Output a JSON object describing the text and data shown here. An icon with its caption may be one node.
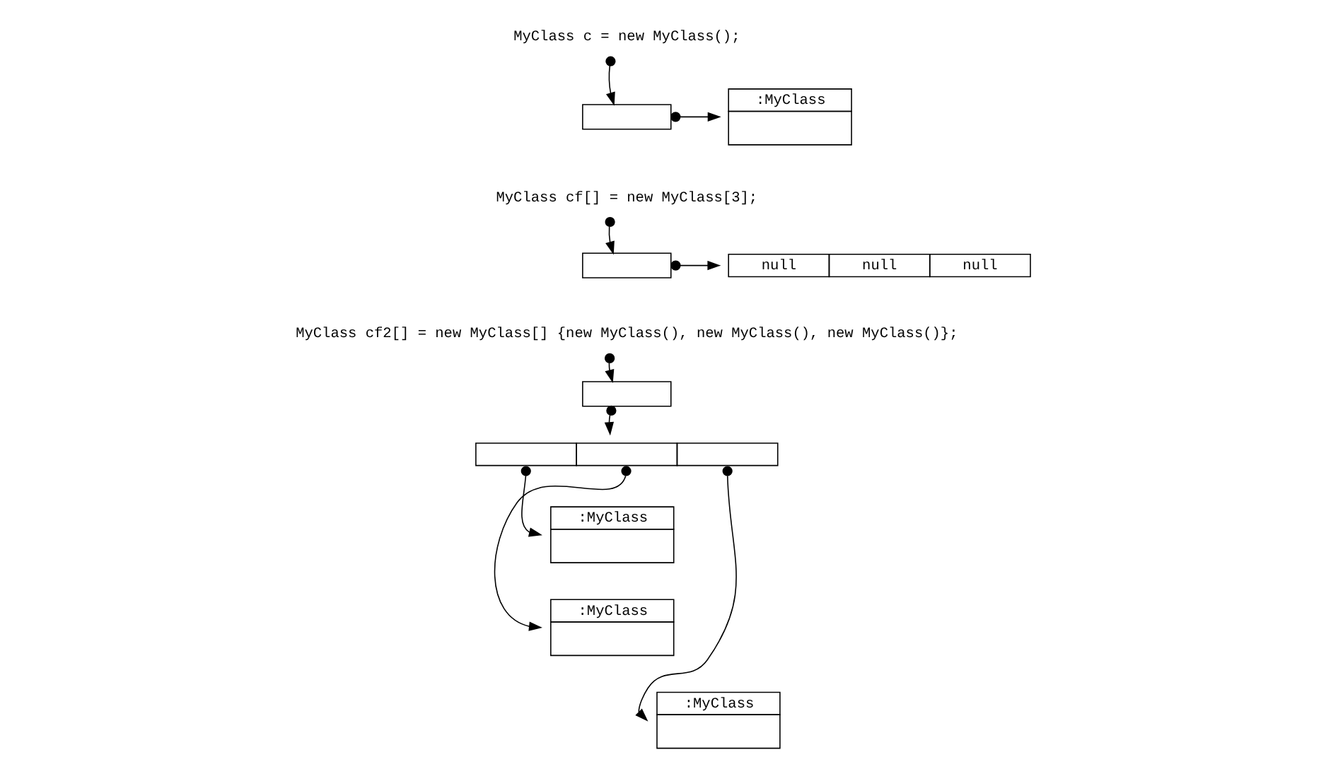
{
  "diagram": {
    "nodes": [
      {
        "text": [
          "MyClass c = new MyClass();"
        ]
      },
      {
        "text": [],
        "shape": "box"
      },
      {
        "text": [
          ":MyClass"
        ]
      },
      {
        "text": [
          "MyClass cf[] = new MyClass[3];"
        ]
      },
      {
        "text": [],
        "shape": "box"
      },
      {
        "text": [
          "null",
          "null",
          "null"
        ]
      },
      {
        "text": [
          "MyClass cf2[] = new MyClass[] {new MyClass(), new MyClass(), new MyClass()};"
        ]
      },
      {
        "text": [],
        "shape": "box"
      },
      {
        "text": [],
        "shape": "box"
      },
      {
        "text": [
          ":MyClass"
        ]
      },
      {
        "text": [
          ":MyClass"
        ]
      },
      {
        "text": [
          ":MyClass"
        ]
      }
    ],
    "edges": [
      {
        "from": 0,
        "to": 1,
        "arrow": "to"
      },
      {
        "from": 1,
        "to": 2,
        "arrow": "to"
      },
      {
        "from": 3,
        "to": 4,
        "arrow": "to"
      },
      {
        "from": 4,
        "to": 5,
        "arrow": "to"
      },
      {
        "from": 6,
        "to": 7,
        "arrow": "to"
      },
      {
        "from": 7,
        "to": 8,
        "arrow": "to"
      },
      {
        "from": 8,
        "to": 9,
        "arrow": "to"
      },
      {
        "from": 8,
        "to": 10,
        "arrow": "to"
      },
      {
        "from": 8,
        "to": 11,
        "arrow": "to"
      }
    ]
  }
}
